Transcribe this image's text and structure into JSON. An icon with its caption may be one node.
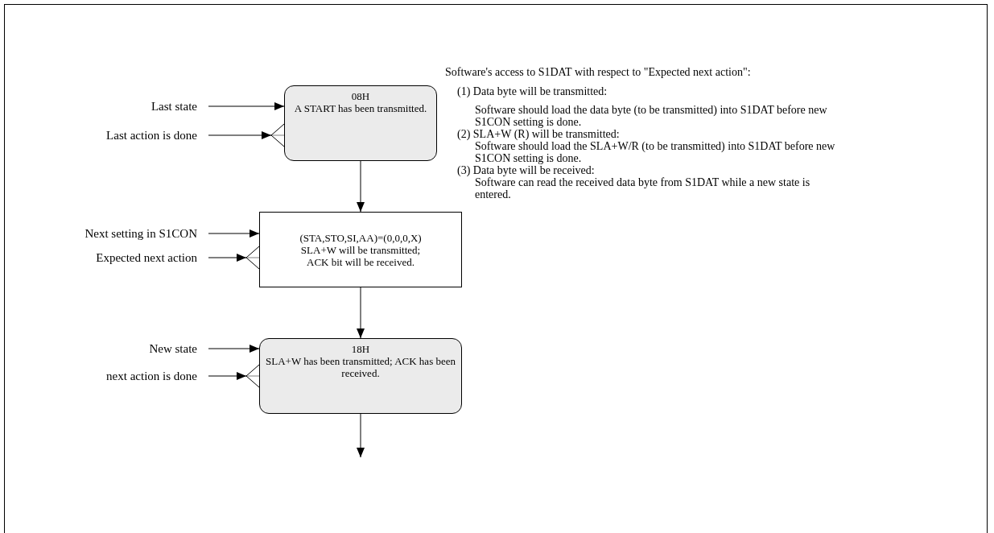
{
  "diagram": {
    "nodes": [
      {
        "text": [
          "Last state"
        ]
      },
      {
        "text": [
          "Last action is done"
        ]
      },
      {
        "text": [
          "08H",
          "A START has been transmitted."
        ]
      },
      {
        "text": [
          "Next setting in S1CON"
        ]
      },
      {
        "text": [
          "Expected next action"
        ]
      },
      {
        "text": [
          "(STA,STO,SI,AA)=(0,0,0,X)",
          "SLA+W will be transmitted;",
          "ACK bit will be received."
        ]
      },
      {
        "text": [
          "New state"
        ]
      },
      {
        "text": [
          "next action is done"
        ]
      },
      {
        "text": [
          "18H",
          "SLA+W has been transmitted; ACK has been received."
        ]
      }
    ],
    "edges": [
      {
        "from": 0,
        "to": 2,
        "arrow": "to"
      },
      {
        "from": 1,
        "to": 2,
        "arrow": "to"
      },
      {
        "from": 2,
        "to": 5,
        "arrow": "to"
      },
      {
        "from": 3,
        "to": 5,
        "arrow": "to"
      },
      {
        "from": 4,
        "to": 5,
        "arrow": "to"
      },
      {
        "from": 5,
        "to": 8,
        "arrow": "to"
      },
      {
        "from": 6,
        "to": 8,
        "arrow": "to"
      },
      {
        "from": 7,
        "to": 8,
        "arrow": "to"
      },
      {
        "from": 8,
        "to": null,
        "arrow": "to"
      }
    ],
    "labels": [
      "Software's access to S1DAT with respect to \"Expected next action\":",
      "(1) Data byte will be transmitted:",
      "Software should load the data byte (to be transmitted) into S1DAT before new S1CON setting is done.",
      "(2) SLA+W (R) will be transmitted:",
      "Software should load the SLA+W/R (to be transmitted) into S1DAT before new S1CON setting is done.",
      "(3) Data byte will be received:",
      "Software can read the received data byte from S1DAT while a new state is entered."
    ]
  }
}
